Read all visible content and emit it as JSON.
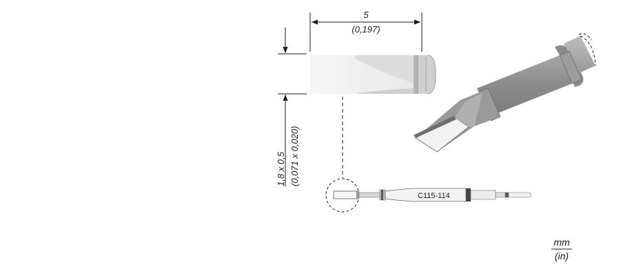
{
  "dimensions": {
    "length_mm": "5",
    "length_in": "(0,197)",
    "tip_mm": "1,8 x 0,5",
    "tip_in": "(0,071 x 0,020)"
  },
  "part_number": "C115-114",
  "units": {
    "metric": "mm",
    "imperial": "(in)"
  }
}
